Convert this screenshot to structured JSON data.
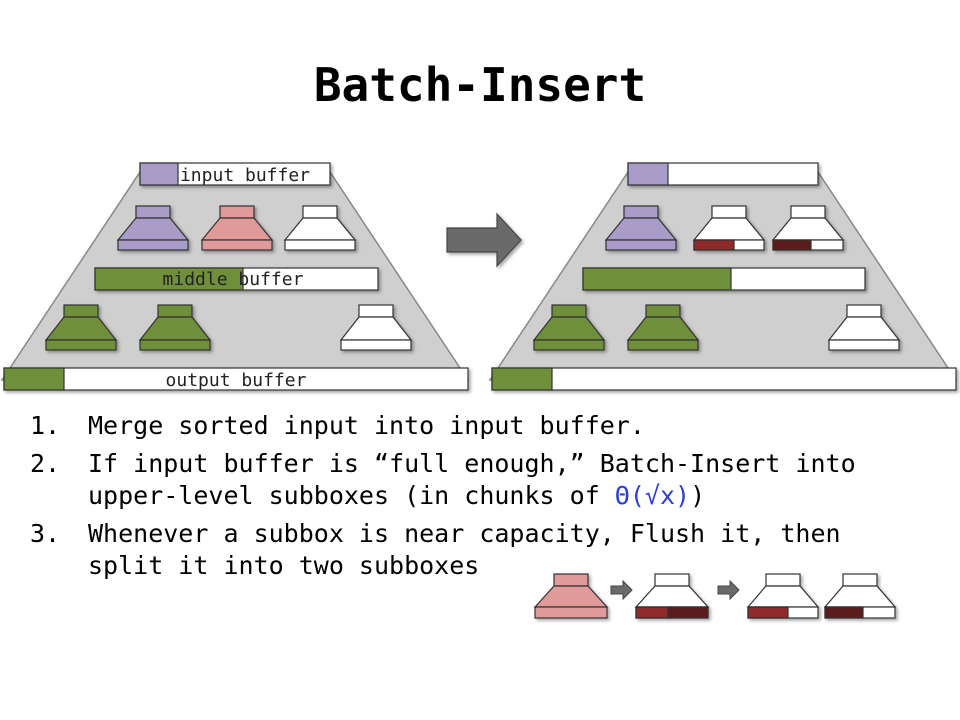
{
  "title": "Batch-Insert",
  "labels": {
    "input_buffer": "input buffer",
    "middle_buffer": "middle buffer",
    "output_buffer": "output buffer"
  },
  "steps": [
    {
      "num": "1.",
      "text": "Merge sorted input into input buffer."
    },
    {
      "num": "2.",
      "text_before": "If input buffer is “full enough,” Batch-Insert into upper-level subboxes (in chunks of ",
      "math": "Θ(√x)",
      "text_after": ")"
    },
    {
      "num": "3.",
      "text": "Whenever a subbox is near capacity, Flush it, then split it into two subboxes"
    }
  ],
  "colors": {
    "purple": "#a99cc9",
    "pink": "#e09a9a",
    "green": "#6f8f3a",
    "red_dark": "#8e2a2a",
    "maroon": "#5c1f1f",
    "gray_fill": "#cfcfcf",
    "arrow": "#6b6b6b",
    "theta_blue": "#2b3fd6"
  },
  "icons": [
    "arrow-right-icon"
  ]
}
